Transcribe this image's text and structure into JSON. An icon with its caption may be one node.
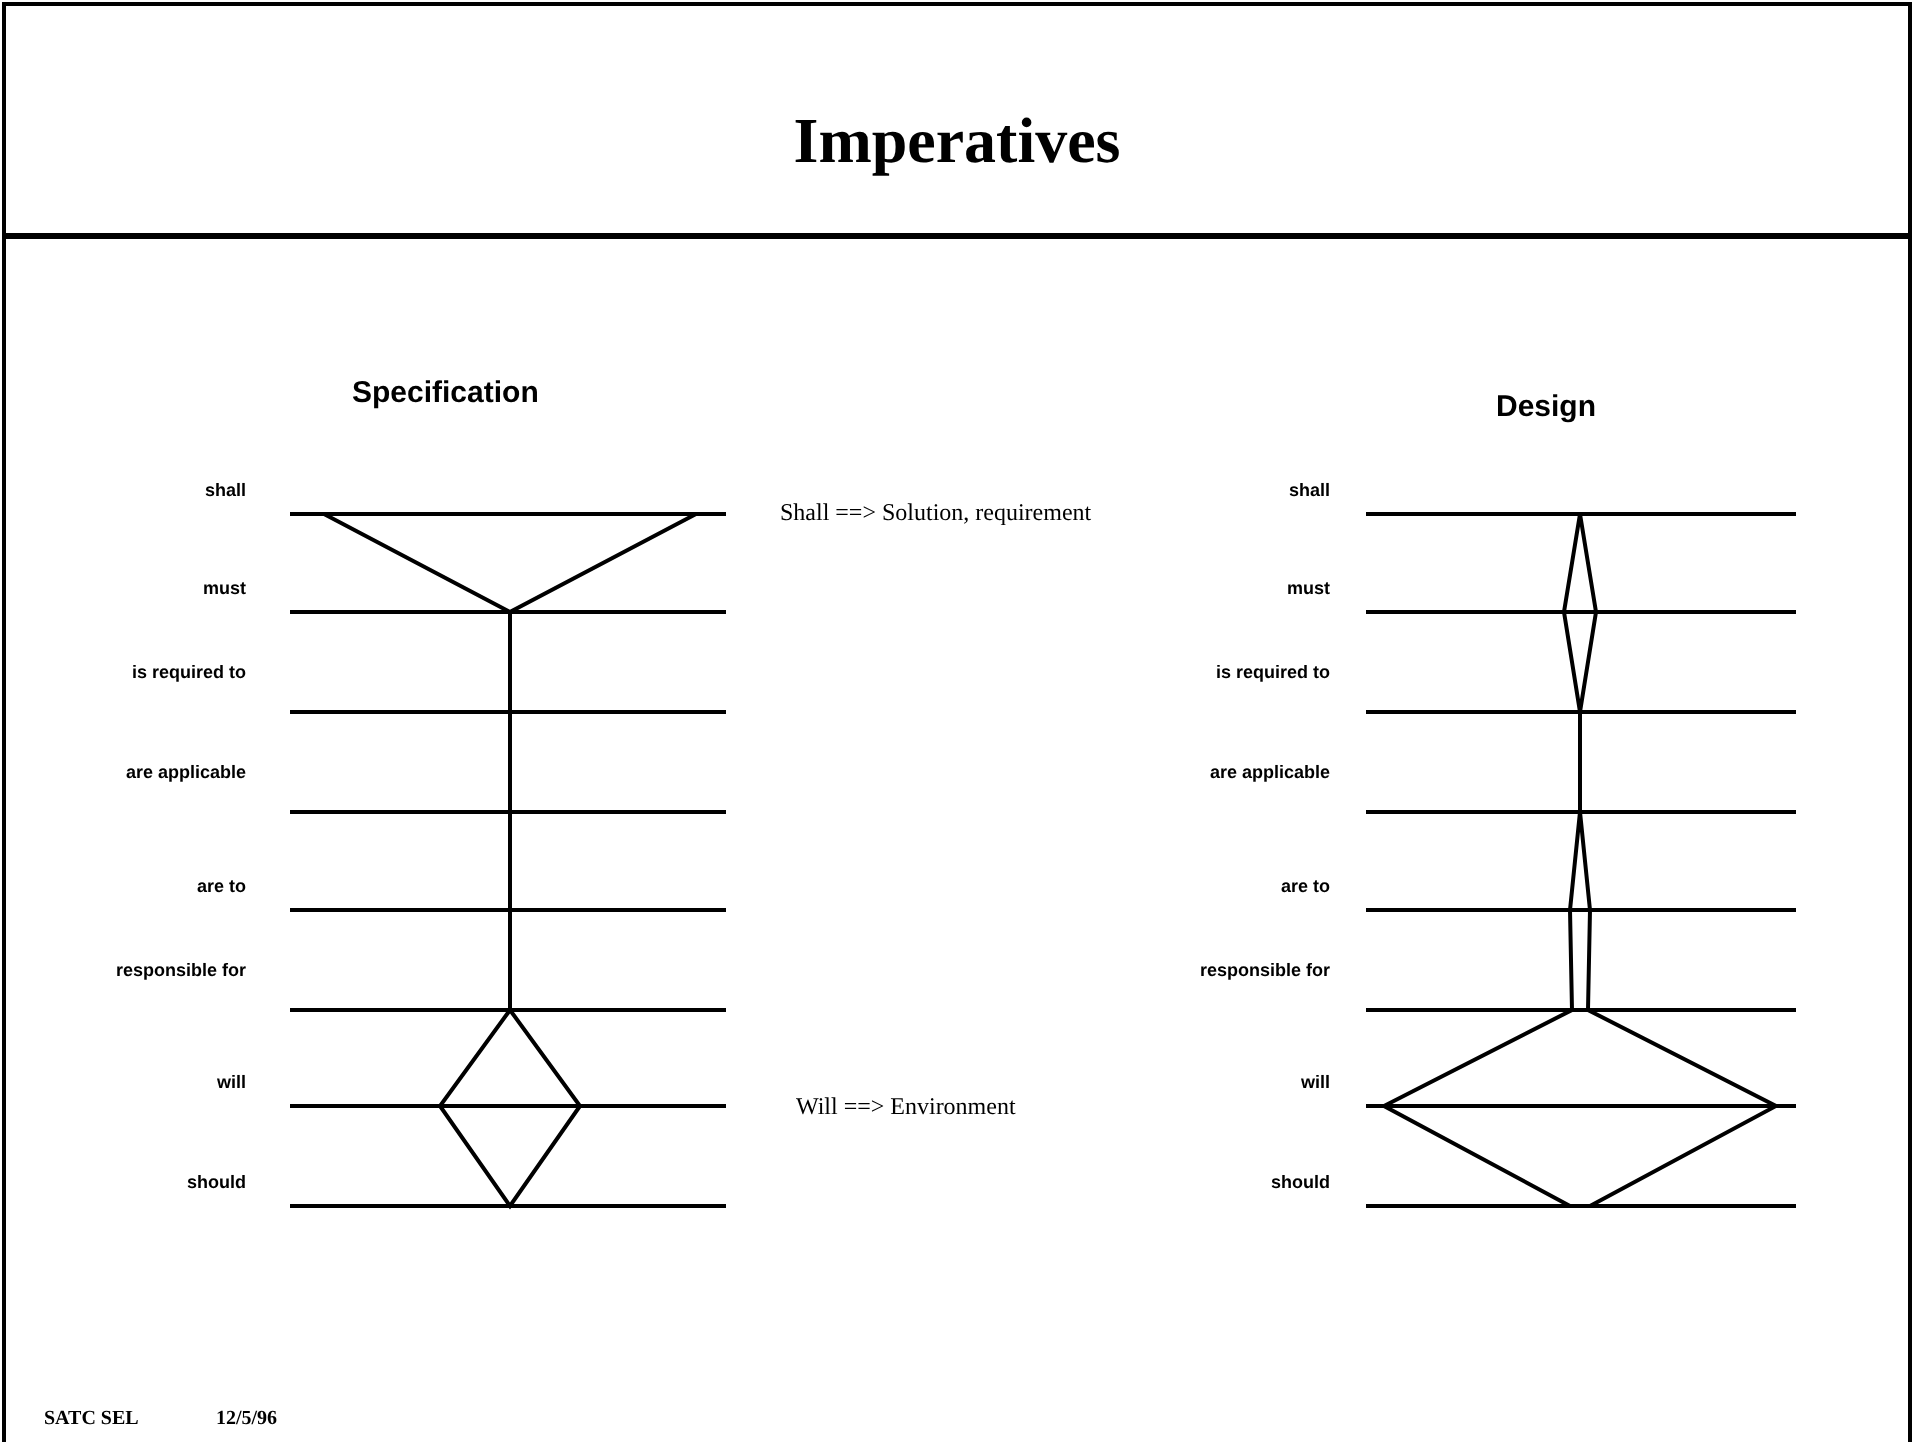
{
  "diagram": {
    "title": "Imperatives",
    "labels": [
      "Specification",
      "Design",
      "shall",
      "must",
      "is required to",
      "are applicable",
      "are to",
      "responsible for",
      "will",
      "should",
      "Shall ==> Solution, requirement",
      "Will ==> Environment",
      "shall",
      "must",
      "is required to",
      "are applicable",
      "are to",
      "responsible for",
      "will",
      "should",
      "SATC SEL",
      "12/5/96"
    ]
  }
}
